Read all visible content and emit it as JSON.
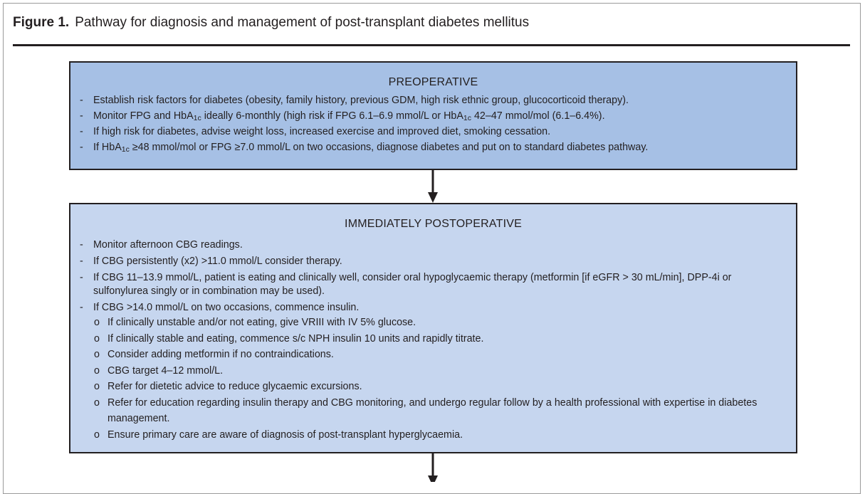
{
  "figure": {
    "label": "Figure 1.",
    "title": "Pathway for diagnosis and management of post-transplant diabetes mellitus"
  },
  "preoperative": {
    "heading": "PREOPERATIVE",
    "items": [
      "Establish risk factors for diabetes (obesity, family history, previous GDM, high risk ethnic group, glucocorticoid therapy).",
      {
        "pre": "Monitor FPG and HbA",
        "sub": "1c",
        "post": " ideally 6-monthly (high risk if FPG 6.1–6.9 mmol/L or HbA",
        "sub2": "1c",
        "post2": " 42–47 mmol/mol (6.1–6.4%)."
      },
      "If high risk for diabetes, advise weight loss, increased exercise and improved diet, smoking cessation.",
      {
        "pre": "If HbA",
        "sub": "1c",
        "post": " ≥48 mmol/mol or FPG ≥7.0 mmol/L on two occasions, diagnose diabetes and put on to standard diabetes pathway."
      }
    ]
  },
  "postoperative": {
    "heading": "IMMEDIATELY POSTOPERATIVE",
    "items": [
      "Monitor afternoon CBG readings.",
      "If CBG persistently (x2) >11.0 mmol/L consider therapy.",
      "If CBG 11–13.9 mmol/L, patient is eating and clinically well, consider oral hypoglycaemic therapy (metformin [if eGFR > 30 mL/min], DPP-4i or sulfonylurea singly or in combination may be used).",
      "If CBG >14.0 mmol/L on two occasions, commence insulin."
    ],
    "subitems": [
      "If clinically unstable and/or not eating, give VRIII with IV 5% glucose.",
      "If clinically stable and eating, commence s/c NPH insulin 10 units and rapidly titrate.",
      "Consider adding metformin if no contraindications.",
      "CBG target 4–12 mmol/L.",
      "Refer for dietetic advice to reduce glycaemic excursions.",
      "Refer for education regarding insulin therapy and CBG monitoring, and undergo regular follow by a health professional with expertise in diabetes management.",
      "Ensure primary care are aware of diagnosis of post-transplant hyperglycaemia."
    ]
  }
}
